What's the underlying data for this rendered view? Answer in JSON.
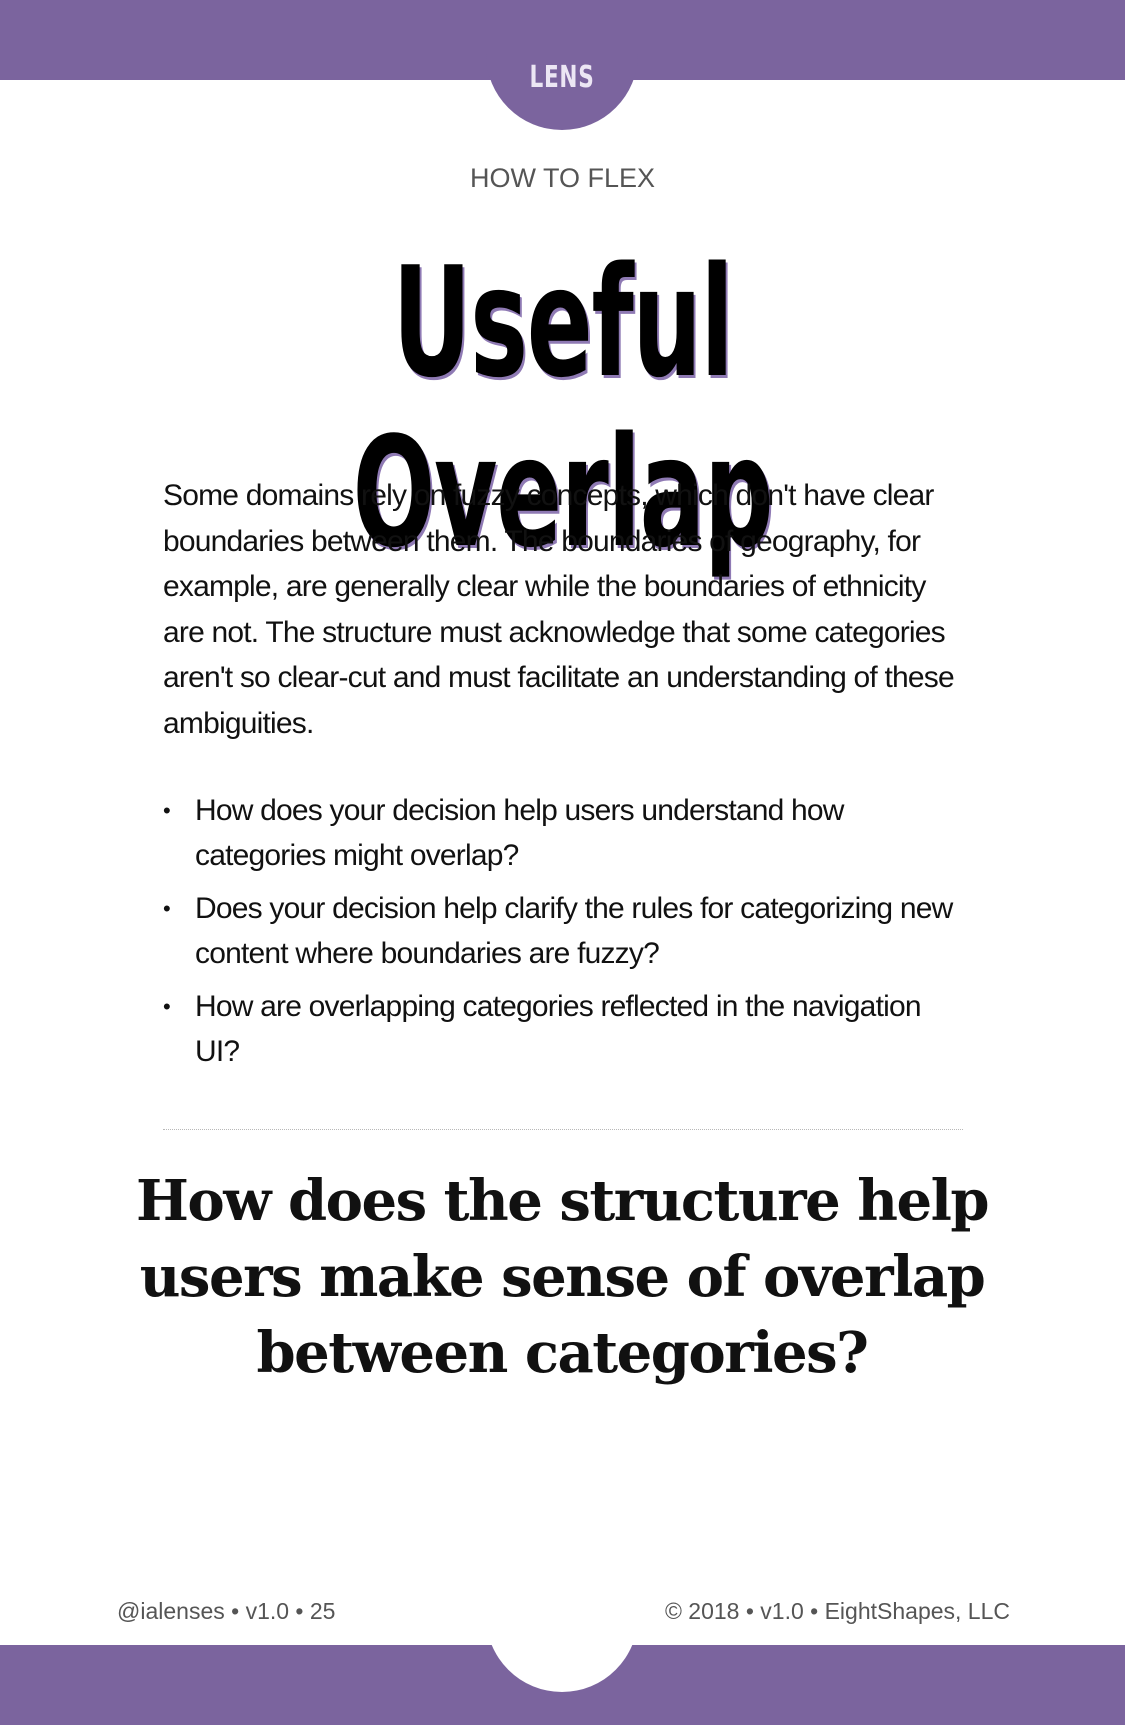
{
  "header": {
    "tab_label": "LENS"
  },
  "card": {
    "eyebrow": "HOW TO FLEX",
    "title": "Useful Overlap",
    "body": "Some domains rely on fuzzy concepts, which don't have clear boundaries between them. The boundaries of geography, for example, are generally clear while the boundaries of ethnicity are not. The structure must acknowledge that some categories aren't so clear-cut and must facilitate an understanding of these ambiguities.",
    "bullets": [
      "How does your decision help users understand how categories might overlap?",
      "Does your decision help clarify the rules for categorizing new content where boundaries are fuzzy?",
      "How are overlapping categories reflected in the navigation UI?"
    ],
    "question": "How does the structure help users make sense of overlap between categories?"
  },
  "footer": {
    "left": "@ialenses • v1.0 •  25",
    "right": "© 2018 • v1.0 • EightShapes, LLC"
  },
  "colors": {
    "brand": "#7b649e",
    "title_shadow": "#8f7ab4",
    "muted_text": "#555555"
  },
  "icons": {
    "bullet": "bullet-dot-icon"
  }
}
